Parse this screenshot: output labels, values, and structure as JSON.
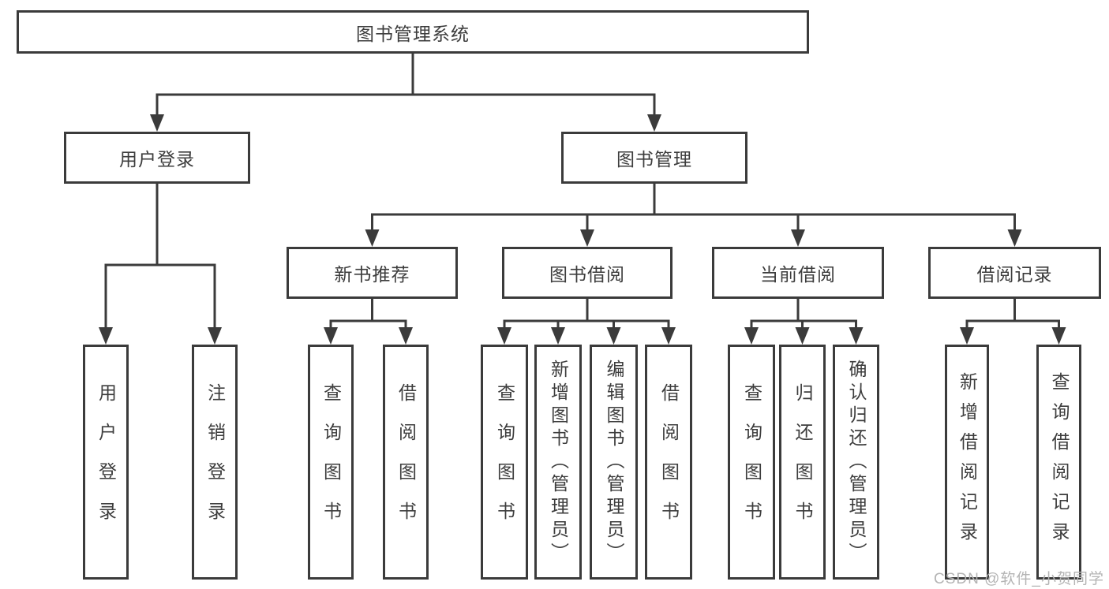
{
  "diagram": {
    "nodes": [
      {
        "id": "root",
        "label": "图书管理系统",
        "orientation": "horizontal"
      },
      {
        "id": "login",
        "label": "用户登录",
        "orientation": "horizontal"
      },
      {
        "id": "mgmt",
        "label": "图书管理",
        "orientation": "horizontal"
      },
      {
        "id": "new-rec",
        "label": "新书推荐",
        "orientation": "horizontal"
      },
      {
        "id": "book-borrow",
        "label": "图书借阅",
        "orientation": "horizontal"
      },
      {
        "id": "cur-borrow",
        "label": "当前借阅",
        "orientation": "horizontal"
      },
      {
        "id": "borrow-records",
        "label": "借阅记录",
        "orientation": "horizontal"
      },
      {
        "id": "login-user",
        "label": "用户登录",
        "orientation": "vertical"
      },
      {
        "id": "login-logout",
        "label": "注销登录",
        "orientation": "vertical"
      },
      {
        "id": "rec-query",
        "label": "查询图书",
        "orientation": "vertical"
      },
      {
        "id": "rec-borrow",
        "label": "借阅图书",
        "orientation": "vertical"
      },
      {
        "id": "bor-query",
        "label": "查询图书",
        "orientation": "vertical"
      },
      {
        "id": "bor-add",
        "label": "新增图书（管理员）",
        "orientation": "vertical"
      },
      {
        "id": "bor-edit",
        "label": "编辑图书（管理员）",
        "orientation": "vertical"
      },
      {
        "id": "bor-borrow",
        "label": "借阅图书",
        "orientation": "vertical"
      },
      {
        "id": "cur-query",
        "label": "查询图书",
        "orientation": "vertical"
      },
      {
        "id": "cur-return",
        "label": "归还图书",
        "orientation": "vertical"
      },
      {
        "id": "cur-confirm",
        "label": "确认归还（管理员）",
        "orientation": "vertical"
      },
      {
        "id": "rcd-add",
        "label": "新增借阅记录",
        "orientation": "vertical"
      },
      {
        "id": "rcd-query",
        "label": "查询借阅记录",
        "orientation": "vertical"
      }
    ],
    "edges": [
      {
        "from": "root",
        "to": "login"
      },
      {
        "from": "root",
        "to": "mgmt"
      },
      {
        "from": "login",
        "to": "login-user"
      },
      {
        "from": "login",
        "to": "login-logout"
      },
      {
        "from": "mgmt",
        "to": "new-rec"
      },
      {
        "from": "mgmt",
        "to": "book-borrow"
      },
      {
        "from": "mgmt",
        "to": "cur-borrow"
      },
      {
        "from": "mgmt",
        "to": "borrow-records"
      },
      {
        "from": "new-rec",
        "to": "rec-query"
      },
      {
        "from": "new-rec",
        "to": "rec-borrow"
      },
      {
        "from": "book-borrow",
        "to": "bor-query"
      },
      {
        "from": "book-borrow",
        "to": "bor-add"
      },
      {
        "from": "book-borrow",
        "to": "bor-edit"
      },
      {
        "from": "book-borrow",
        "to": "bor-borrow"
      },
      {
        "from": "cur-borrow",
        "to": "cur-query"
      },
      {
        "from": "cur-borrow",
        "to": "cur-return"
      },
      {
        "from": "cur-borrow",
        "to": "cur-confirm"
      },
      {
        "from": "borrow-records",
        "to": "rcd-add"
      },
      {
        "from": "borrow-records",
        "to": "rcd-query"
      }
    ]
  },
  "watermark": {
    "text": "CSDN @软件_小贺同学"
  },
  "colors": {
    "line": "#3b3b3b",
    "border": "#3b3b3b",
    "text": "#3d3d3d",
    "watermark": "#b4b4b4",
    "background": "#ffffff"
  }
}
